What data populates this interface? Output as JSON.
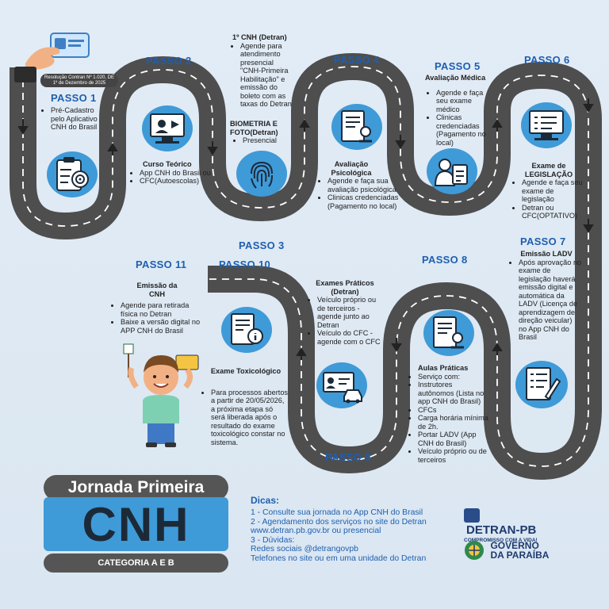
{
  "resolution_note": "Resolução Contran Nº 1.020, DE 1º de Dezembro de 2025",
  "passo_labels": {
    "p1": "PASSO 1",
    "p2": "PASSO 2",
    "p3": "PASSO 3",
    "p4": "PASSO 4",
    "p5": "PASSO 5",
    "p6": "PASSO 6",
    "p7": "PASSO 7",
    "p8": "PASSO 8",
    "p9": "PASSO 9",
    "p10": "PASSO 10",
    "p11": "PASSO 11"
  },
  "step1": {
    "items": [
      "Pré-Cadastro pelo Aplicativo CNH do Brasil"
    ]
  },
  "step2": {
    "heading": "Curso Teórico",
    "items": [
      "App CNH do Brasil ou",
      "CFC(Autoescolas)"
    ]
  },
  "step3": {
    "heading_top": "1º CNH  (Detran)",
    "items_top": [
      "Agende para atendimento presencial \"CNH-Primeira Habilitação\" e emissão do boleto com as taxas do Detran"
    ],
    "heading_bottom": "BIOMETRIA E FOTO(Detran)",
    "items_bottom": [
      "Presencial"
    ]
  },
  "step4": {
    "heading": "Avaliação Psicológica",
    "items": [
      "Agende e faça sua avaliação psicológica",
      "Clinicas credenciadas (Pagamento no local)"
    ]
  },
  "step5": {
    "heading": "Avaliação Médica",
    "items": [
      "Agende e faça seu exame médico",
      "Clinicas credenciadas (Pagamento no local)"
    ]
  },
  "step6": {
    "heading": "Exame de LEGISLAÇÃO",
    "items": [
      "Agende e faça seu  exame de legislação",
      "Detran ou CFC(OPTATIVO)"
    ]
  },
  "step7": {
    "heading": "Emissão LADV",
    "items": [
      "Após aprovação no exame de legislação haverá emissão digital e automática da LADV (Licença de aprendizagem de direção veicular) no App CNH do Brasil"
    ]
  },
  "step8": {
    "heading": "Aulas Práticas",
    "items": [
      "Serviço com:",
      "Instrutores autônomos (Lista no app CNH do Brasil)",
      "CFCs",
      "Carga horária mínima de 2h.",
      "Portar LADV (App CNH do Brasil)",
      "Veículo próprio ou de terceiros"
    ]
  },
  "step9": {
    "heading": "Exames Práticos (Detran)",
    "items": [
      "Veículo próprio ou de terceiros - agende junto ao Detran",
      "Veículo do CFC - agende com o CFC"
    ]
  },
  "step10": {
    "heading": "Exame Toxicológico",
    "items": [
      "Para processos abertos a partir de 20/05/2026, a próxima etapa só será liberada após o resultado do exame toxicológico constar no sistema."
    ]
  },
  "step11": {
    "heading": "Emissão da CNH",
    "items": [
      "Agende para retirada física no Detran",
      "Baixe a versão digital no APP CNH do Brasil"
    ]
  },
  "title": {
    "line1": "Jornada Primeira",
    "line2": "CNH",
    "line3": "CATEGORIA A E B"
  },
  "dicas": {
    "title": "Dicas:",
    "lines": [
      "1 - Consulte sua jornada no App CNH do Brasil",
      "2 - Agendamento dos serviços no site do Detran www.detran.pb.gov.br ou presencial",
      "3 - Dúvidas:",
      "Redes sociais @detrangovpb",
      "Telefones no site ou em uma unidade do Detran"
    ]
  },
  "logos": {
    "detran": "DETRAN-PB",
    "detran_slogan": "COMPROMISSO COM A VIDA!",
    "gov_line1": "GOVERNO",
    "gov_line2": "DA PARAÍBA"
  },
  "colors": {
    "blue_accent": "#1f5fb0",
    "road": "#565656",
    "icon_bg": "#3f9ad8"
  }
}
